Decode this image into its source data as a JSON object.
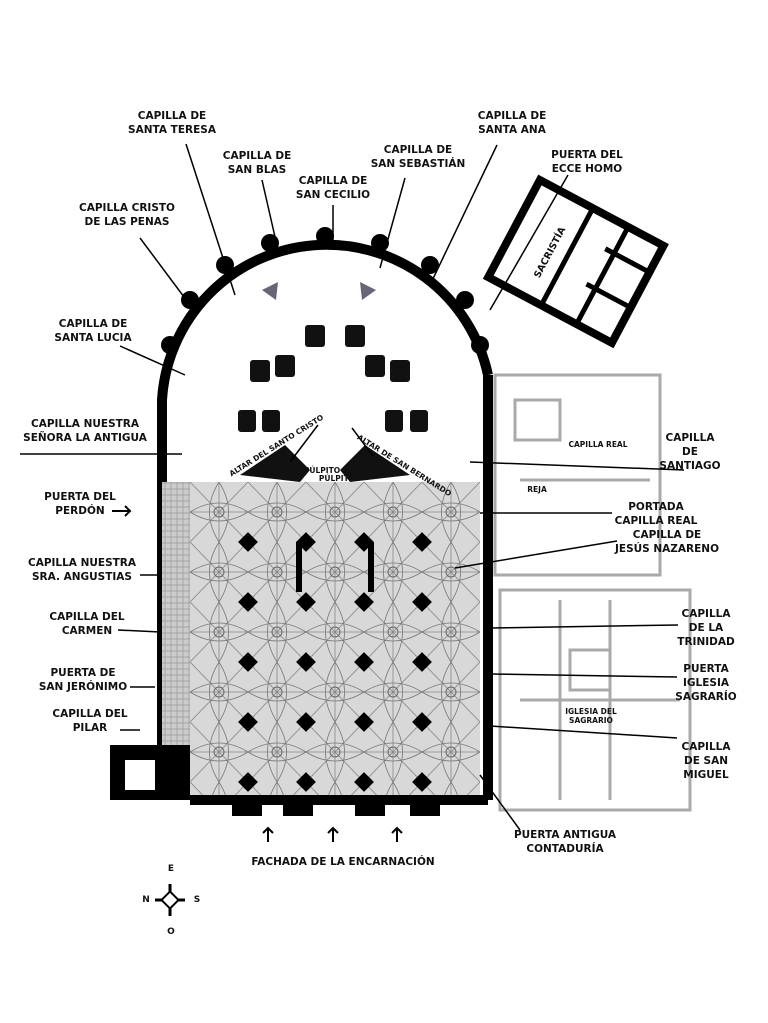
{
  "labels": {
    "santa_teresa": "CAPILLA DE\nSANTA TERESA",
    "san_blas": "CAPILLA DE\nSAN BLAS",
    "san_cecilio": "CAPILLA DE\nSAN CECILIO",
    "san_sebastian": "CAPILLA DE\nSAN SEBASTIÁN",
    "santa_ana": "CAPILLA DE\nSANTA ANA",
    "ecce_homo": "PUERTA DEL\nECCE HOMO",
    "cristo_penas": "CAPILLA CRISTO\nDE LAS PENAS",
    "santa_lucia": "CAPILLA DE\nSANTA LUCIA",
    "antigua": "CAPILLA NUESTRA\nSEÑORA LA ANTIGUA",
    "perdon": "PUERTA DEL\nPERDÓN",
    "angustias": "CAPILLA NUESTRA\nSRA. ANGUSTIAS",
    "carmen": "CAPILLA DEL\nCARMEN",
    "san_jeronimo": "PUERTA DE\nSAN JERÓNIMO",
    "pilar": "CAPILLA DEL\nPILAR",
    "santiago": "CAPILLA\nDE\nSANTIAGO",
    "portada_real": "PORTADA\nCAPILLA REAL",
    "jesus_nazareno": "CAPILLA DE\nJESÚS NAZARENO",
    "trinidad": "CAPILLA\nDE LA\nTRINIDAD",
    "puerta_sagrario": "PUERTA\nIGLESIA\nSAGRARÍO",
    "san_miguel": "CAPILLA\nDE SAN\nMIGUEL",
    "antigua_contaduria": "PUERTA ANTIGUA\nCONTADURÍA",
    "encarnacion": "FACHADA DE LA ENCARNACIÓN",
    "sacristia": "SACRISTÍA",
    "capilla_real": "CAPILLA REAL",
    "reja": "REJA",
    "iglesia_sagrario": "IGLESIA DEL\nSAGRARIO",
    "altar_santo_cristo": "ALTAR DEL SANTO CRISTO",
    "altar_san_bernardo": "ALTAR DE SAN BERNARDO",
    "pulpito_1": "PÚLPITO",
    "pulpito_2": "PÚLPITO"
  },
  "compass": {
    "n": "N",
    "s": "S",
    "e": "E",
    "o": "O"
  }
}
